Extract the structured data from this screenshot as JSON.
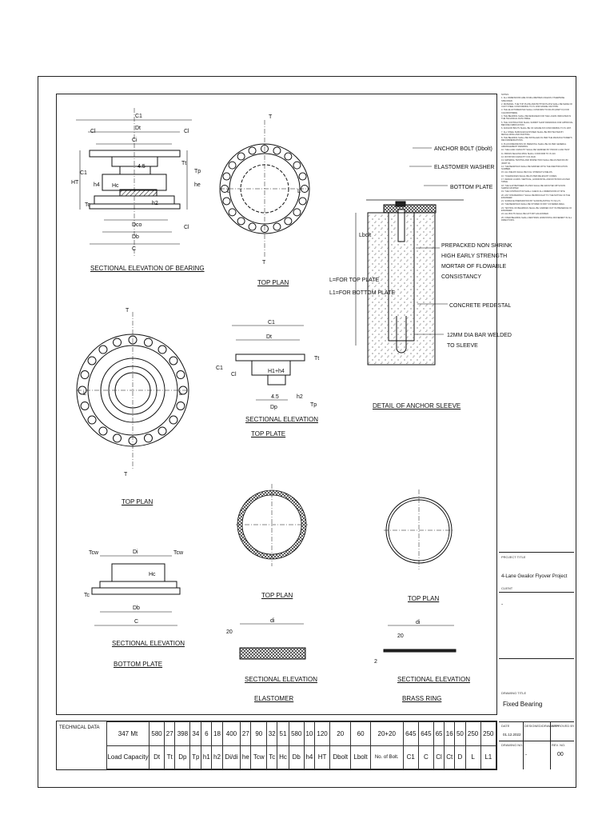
{
  "captions": {
    "sectional_elevation_bearing": "SECTIONAL ELEVATION OF BEARING",
    "top_plan_1": "TOP PLAN",
    "top_plan_2": "TOP PLAN",
    "top_plan_3": "TOP PLAN",
    "top_plan_4": "TOP PLAN",
    "sectional_elevation_tp": "SECTIONAL ELEVATION",
    "top_plate": "TOP PLATE",
    "detail_anchor": "DETAIL OF ANCHOR SLEEVE",
    "sectional_elevation_bp": "SECTIONAL ELEVATION",
    "bottom_plate": "BOTTOM PLATE",
    "sectional_elevation_el": "SECTIONAL ELEVATION",
    "elastomer": "ELASTOMER",
    "sectional_elevation_br": "SECTIONAL ELEVATION",
    "brass_ring": "BRASS RING"
  },
  "anchor_labels": {
    "anchor_bolt": "ANCHOR BOLT (Dbolt)",
    "washer": "ELASTOMER WASHER",
    "bottom_plate": "BOTTOM PLATE",
    "lbolt": "Lbolt",
    "mortar_1": "PREPACKED NON SHRINK",
    "mortar_2": "HIGH EARLY STRENGTH",
    "mortar_3": "MORTAR OF FLOWABLE",
    "mortar_4": "CONSISTANCY",
    "pedestal": "CONCRETE PEDESTAL",
    "bar_1": "12MM DIA BAR WELDED",
    "bar_2": "TO SLEEVE",
    "l_top": "L=FOR TOP PLATE",
    "l_bottom": "L1=FOR BOTTOM PLATE"
  },
  "dims": {
    "c1": "C1",
    "dt": "Dt",
    "ci": "Ci",
    "c1b": "C1",
    "c": "C",
    "ht": "HT",
    "tc": "Tc",
    "tt": "Tt",
    "tp": "Tp",
    "he": "he",
    "hc": "Hc",
    "h2": "h2",
    "h4": "h4",
    "dco": "Dco",
    "db": "Db",
    "cl": "Cl",
    "four5": "4.5",
    "di": "Di",
    "dp": "Dp",
    "h1h4": "H1+h4",
    "tcw": "Tcw",
    "di2": "di",
    "twenty": "20",
    "two": "2",
    "t": "T",
    "l": "L"
  },
  "notes": [
    "NOTES:",
    "1. ALL DIMENSIONS ARE IN MILLIMETRES UNLESS OTHERWISE SPECIFIED.",
    "2. MATERIAL: THE TOP PLATE AND BOTTOM PLATE SHALL BE MADE OF CAST STEEL CONFORMING TO IS 1030 GRADE 340-570W.",
    "3. THE ELASTOMER PAD SHALL CONFORM TO IRC:83 (PART III) FOR CHLOROPRENE.",
    "4. THE BEARING SHALL BE DESIGNED FOR THE LOADS INDICATED IN THE TECHNICAL DATA TABLE.",
    "5. THE CONTRACTOR SHALL SUBMIT SHOP DRAWINGS FOR APPROVAL BEFORE FABRICATION.",
    "6. ANCHOR BOLTS SHALL BE OF GRADE 8.8 CONFORMING TO IS 1367.",
    "7. ALL STEEL SURFACES EXPOSED SHALL BE PROTECTED BY METALLIZING AND PAINTING.",
    "8. THE BEARING SHALL BE INSTALLED AS PER THE MANUFACTURER'S RECOMMENDATIONS.",
    "9. PLAN DIMENSIONS OF PEDESTAL SHALL BE AS PER GENERAL ARRANGEMENT DRAWING.",
    "10. THE LOAD CAPACITY SHALL BE VERIFIED BY PROOF LOAD TEST.",
    "11. BRASS SEALING RING SHALL CONFORM TO IS 410.",
    "12. ROTATION CAPACITY 0.01 RAD.",
    "13. MATERIAL TESTING AND INSPECTION SHALL BE AS PER IRC:83 (PART III).",
    "14. THE BEARINGS SHALL BE MARKED WITH THE IDENTIFICATION NUMBER.",
    "15. ALL WELDS SHALL BE FULL STRENGTH WELDS.",
    "16. TOLERANCES SHALL BE AS PER RELEVANT CODES.",
    "17. DESIGN LOADS: VERTICAL, HORIZONTAL AND ROTATION AS PER TABLE.",
    "18. THE GAP BETWEEN PLATES SHALL BE GROUTED WITH NON SHRINK MORTAR.",
    "19. THE CONTRACTOR SHALL CHECK ALL DIMENSIONS AT SITE.",
    "20. ANY DISCREPANCY SHALL BE BROUGHT TO THE NOTICE OF THE ENGINEER.",
    "21. SURFACE PREPARATION BY SAND BLASTING TO SA 2.5.",
    "22. THE BEARINGS SHALL BE STORED IN DRY COVERED AREA.",
    "23. TESTING OF BEARINGS SHALL BE CARRIED OUT IN PRESENCE OF ENGINEER.",
    "24. ALL BOLTS SHALL BE HOT DIP GALVANISED.",
    "25. FIXED BEARING SHALL RESTRAIN HORIZONTAL MOVEMENT IN ALL DIRECTIONS."
  ],
  "title_block": {
    "project_title_label": "PROJECT TITLE",
    "project_title": "4-Lane Gwalior Flyover Project",
    "client_label": "CLIENT",
    "client_value": "-",
    "drawing_title_label": "DRAWING TITLE",
    "drawing_title": "Fixed Bearing",
    "date_label": "DATE",
    "date_value": "01.12.2022",
    "designed_label": "DESIGNED/DRAWN BY",
    "approved_label": "APPROVED BY",
    "drawing_no_label": "DRAWING NO.",
    "drawing_no_value": "-",
    "rev_label": "REV. NO.",
    "rev_value": "00"
  },
  "technical_data": {
    "label": "TECHNICAL DATA",
    "row1": [
      "347 Mt",
      "580",
      "27",
      "398",
      "34",
      "6",
      "18",
      "400",
      "27",
      "90",
      "32",
      "51",
      "580",
      "10",
      "120",
      "20",
      "60",
      "20+20",
      "645",
      "645",
      "65",
      "16",
      "50",
      "250",
      "250"
    ],
    "row2": [
      "Load Capacity",
      "Dt",
      "Tt",
      "Dp",
      "Tp",
      "h1",
      "h2",
      "Di/di",
      "he",
      "Tcw",
      "Tc",
      "Hc",
      "Db",
      "h4",
      "HT",
      "Dbolt",
      "Lbolt",
      "No. of Bolt.",
      "C1",
      "C",
      "Cl",
      "Ct",
      "D",
      "L",
      "L1"
    ]
  }
}
